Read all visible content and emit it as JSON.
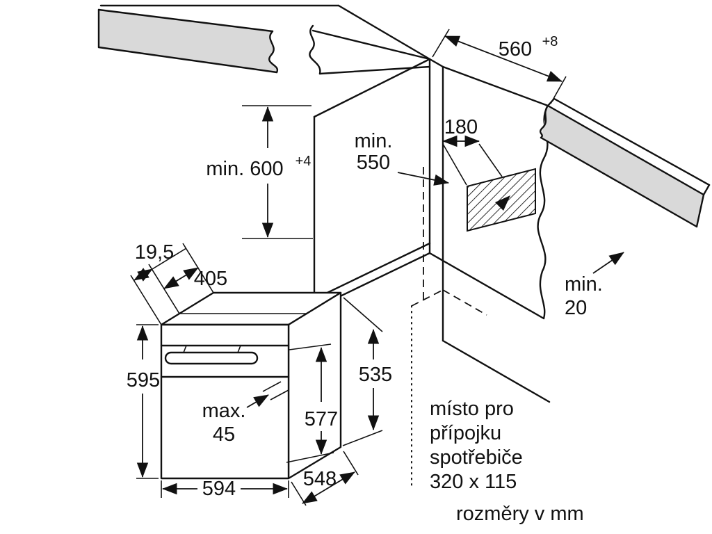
{
  "diagram": {
    "units_note": "rozměry v mm",
    "connection_note": {
      "l1": "místo pro",
      "l2": "přípojku",
      "l3": "spotřebiče",
      "l4": "320 x 115"
    },
    "dims": {
      "niche_height": "min. 600",
      "niche_height_tol": "+4",
      "niche_depth_min": "min.",
      "niche_depth_val": "550",
      "vent_depth": "180",
      "niche_width": "560",
      "niche_width_tol": "+8",
      "rear_gap_min": "min.",
      "rear_gap_val": "20",
      "front_trim": "19,5",
      "top_depth": "405",
      "height": "595",
      "handle_max": "max.",
      "handle_val": "45",
      "door_height": "577",
      "body_height": "535",
      "width": "594",
      "depth": "548"
    },
    "colors": {
      "line": "#111111",
      "counter": "#d9d9d9",
      "background": "#ffffff"
    }
  }
}
